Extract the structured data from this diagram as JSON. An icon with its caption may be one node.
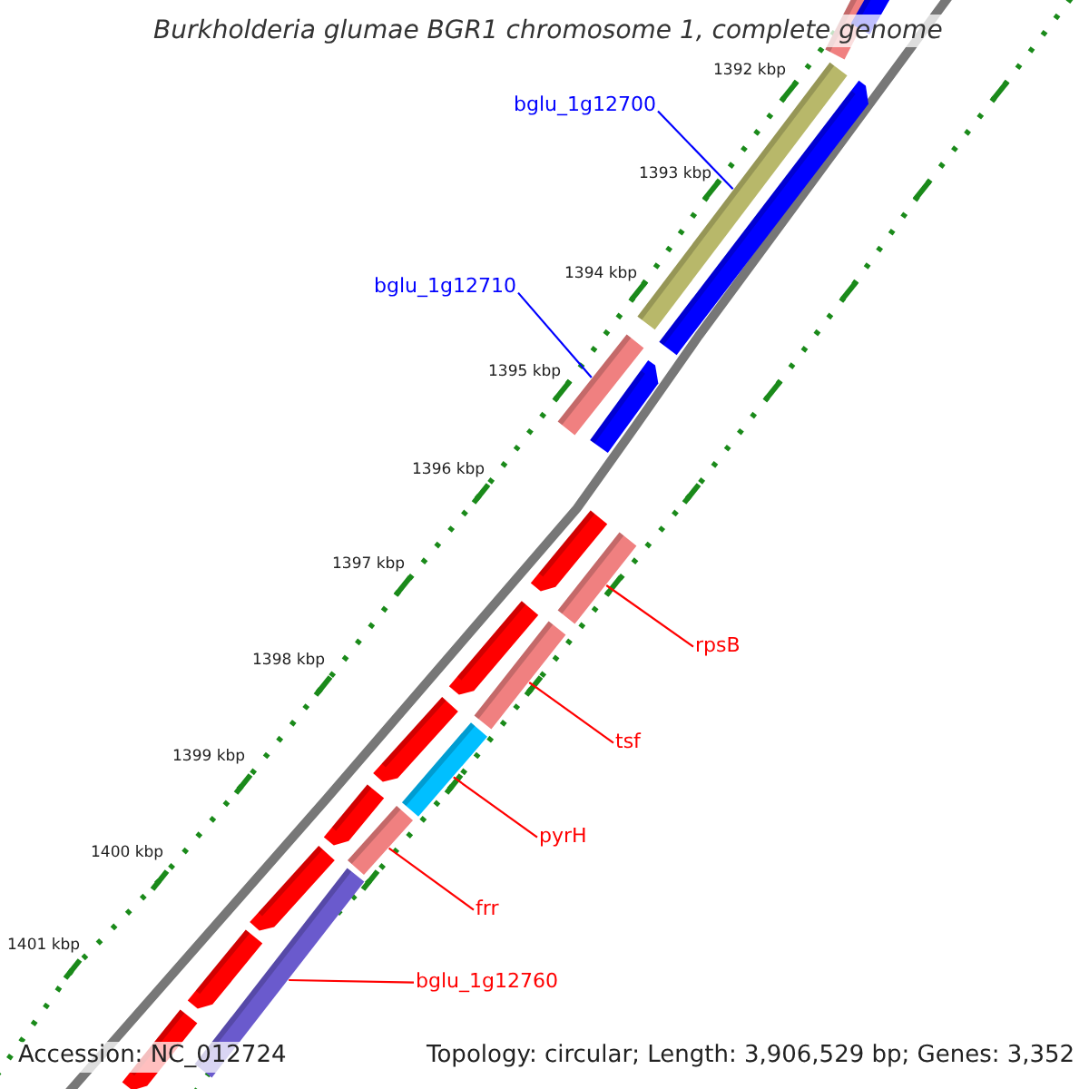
{
  "diagram": {
    "title": "Burkholderia glumae BGR1 chromosome 1, complete genome",
    "nodes": [
      {
        "text": [
          "bglu_1g12700"
        ]
      },
      {
        "text": [],
        "shape": "bar"
      },
      {
        "text": [
          "bglu_1g12710"
        ]
      },
      {
        "text": [],
        "shape": "bar"
      },
      {
        "text": [
          "rpsB"
        ]
      },
      {
        "text": [],
        "shape": "bar"
      },
      {
        "text": [
          "tsf"
        ]
      },
      {
        "text": [],
        "shape": "bar"
      },
      {
        "text": [
          "pyrH"
        ]
      },
      {
        "text": [],
        "shape": "bar"
      },
      {
        "text": [
          "frr"
        ]
      },
      {
        "text": [],
        "shape": "bar"
      },
      {
        "text": [
          "bglu_1g12760"
        ]
      },
      {
        "text": [],
        "shape": "bar"
      }
    ],
    "edges": [
      {
        "from": 0,
        "to": 1,
        "arrow": "none",
        "color": "#0000ff"
      },
      {
        "from": 2,
        "to": 3,
        "arrow": "none",
        "color": "#0000ff"
      },
      {
        "from": 4,
        "to": 5,
        "arrow": "none"
      },
      {
        "from": 6,
        "to": 7,
        "arrow": "none"
      },
      {
        "from": 8,
        "to": 9,
        "arrow": "none"
      },
      {
        "from": 10,
        "to": 11,
        "arrow": "none"
      },
      {
        "from": 12,
        "to": 13,
        "arrow": "none"
      }
    ],
    "labels": [
      "1392 kbp",
      "1393 kbp",
      "1394 kbp",
      "1395 kbp",
      "1396 kbp",
      "1397 kbp",
      "1398 kbp",
      "1399 kbp",
      "1400 kbp",
      "1401 kbp",
      "Accession: NC_012724",
      "Topology: circular; Length: 3,906,529 bp; Genes: 3,352"
    ]
  }
}
